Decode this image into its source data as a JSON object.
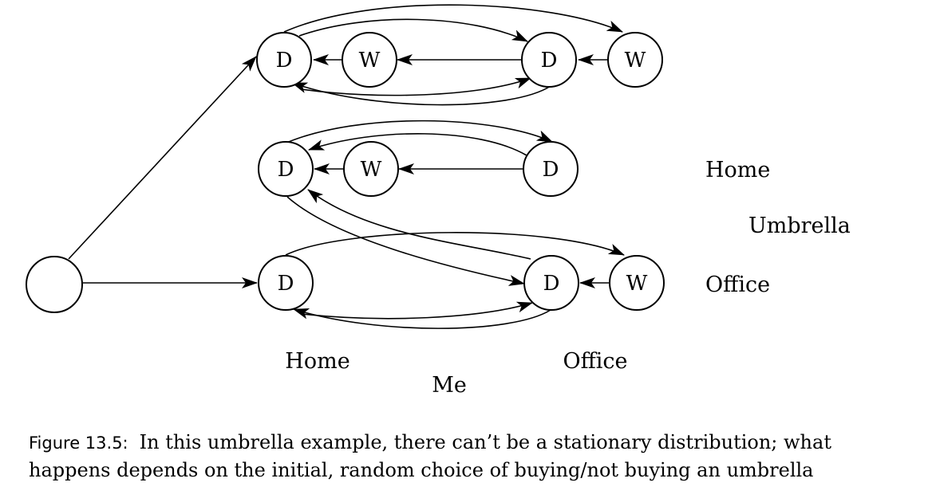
{
  "diagram": {
    "nodes": {
      "start": "",
      "r1_d_home": "D",
      "r1_w_home": "W",
      "r1_d_office": "D",
      "r1_w_office": "W",
      "r2_d_home": "D",
      "r2_w_home": "W",
      "r2_d_office": "D",
      "r3_d_home": "D",
      "r3_d_office": "D",
      "r3_w_office": "W"
    },
    "labels": {
      "umbrella_home": "Home",
      "umbrella_title": "Umbrella",
      "umbrella_office": "Office",
      "me_home": "Home",
      "me_office": "Office",
      "me_title": "Me"
    }
  },
  "caption": {
    "label": "Figure 13.5:",
    "text": "In this umbrella example, there can’t be a stationary distribution; what happens depends on the initial, random choice of buying/not buying an umbrella"
  }
}
